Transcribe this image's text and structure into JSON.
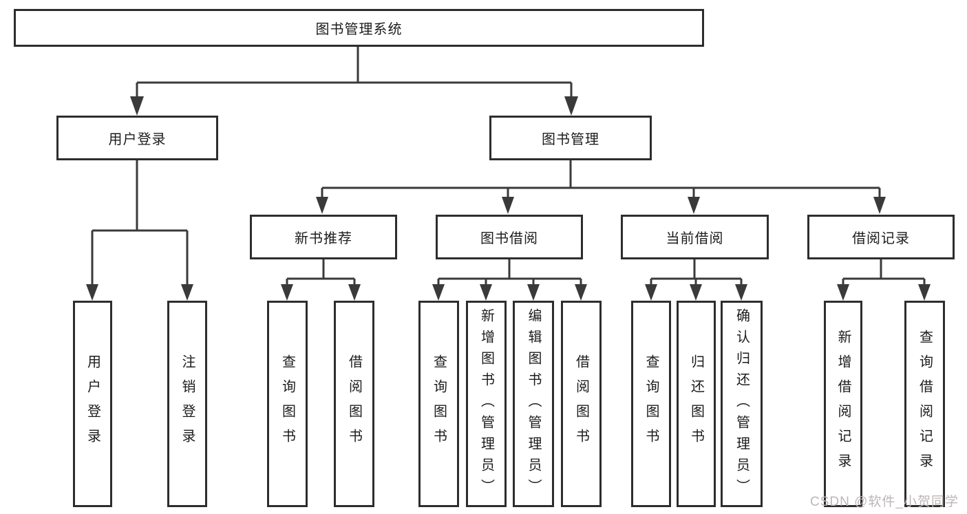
{
  "diagram_title": "图书管理系统",
  "nodes": {
    "root": "图书管理系统",
    "user_login": "用户登录",
    "book_mgmt": "图书管理",
    "new_rec": "新书推荐",
    "borrow": "图书借阅",
    "current": "当前借阅",
    "records": "借阅记录"
  },
  "leaves": {
    "login": [
      "用户登录",
      "注销登录"
    ],
    "new_rec": [
      "查询图书",
      "借阅图书"
    ],
    "borrow": [
      "查询图书",
      "新增图书（管理员）",
      "编辑图书（管理员）",
      "借阅图书"
    ],
    "current": [
      "查询图书",
      "归还图书",
      "确认归还（管理员）"
    ],
    "records": [
      "新增借阅记录",
      "查询借阅记录"
    ]
  },
  "watermark": {
    "text": "CSDN @软件_小贺同学"
  },
  "colors": {
    "line": "#3a3a3a",
    "box_border": "#2d2d2d",
    "text": "#1c1c1c",
    "watermark": "#bdb6b6",
    "background": "#ffffff"
  }
}
